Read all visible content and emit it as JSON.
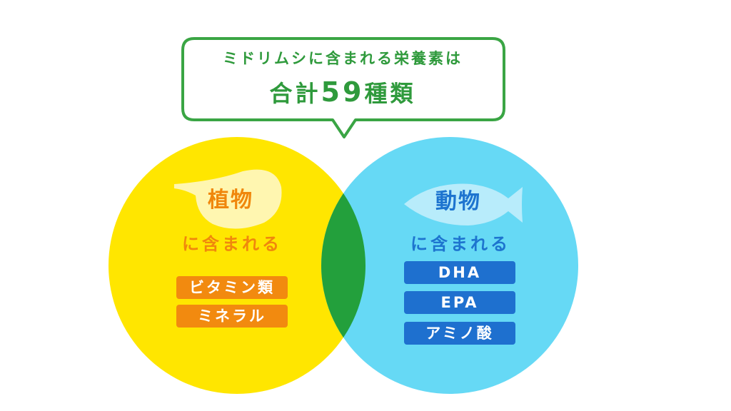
{
  "callout": {
    "line1": "ミドリムシに含まれる栄養素は",
    "line2_prefix": "合計",
    "line2_number": "59",
    "line2_suffix": "種類"
  },
  "plant": {
    "title": "植物",
    "subtitle": "に含まれる",
    "items": [
      "ビタミン類",
      "ミネラル"
    ],
    "icon": "leaf-icon"
  },
  "animal": {
    "title": "動物",
    "subtitle": "に含まれる",
    "items": [
      "DHA",
      "EPA",
      "アミノ酸"
    ],
    "icon": "fish-icon"
  },
  "colors": {
    "plant_circle": "#ffe600",
    "animal_circle": "#66d9f5",
    "overlap": "#23a03c",
    "callout_border": "#3aa544",
    "plant_tag": "#f28a0f",
    "animal_tag": "#1e70cf"
  }
}
